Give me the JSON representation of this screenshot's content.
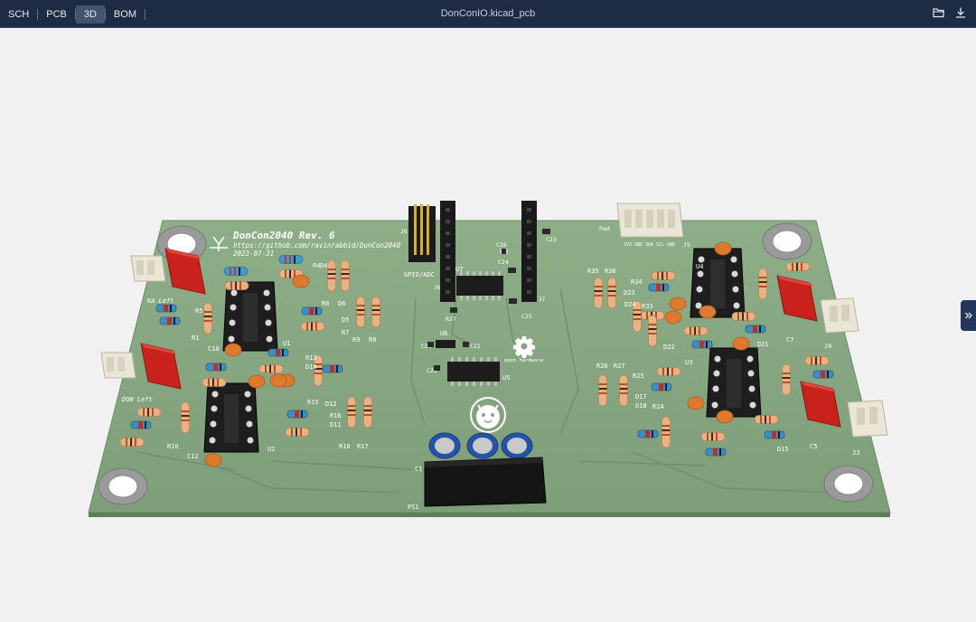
{
  "toolbar": {
    "tabs": [
      {
        "label": "SCH"
      },
      {
        "label": "PCB"
      },
      {
        "label": "3D",
        "active": true
      },
      {
        "label": "BOM"
      }
    ],
    "file_title": "DonConIO.kicad_pcb",
    "icons": [
      "folder-open-icon",
      "download-icon"
    ]
  },
  "sidebar_toggle_icon": "chevron-double-right-icon",
  "board": {
    "title": "DonCon2040 Rev. 6",
    "url": "https://github.com/ravinrabbid/DonCon2040",
    "date": "2023-07-31",
    "oshw_label": "open hardware",
    "connector_labels": {
      "pad": "Pad",
      "gpio": "GPIO/ADC",
      "j3": "J3",
      "j4": "J4",
      "j5": "J5",
      "j6": "J6",
      "j7": "J7",
      "j8": "J8",
      "ka_left": "KA Left",
      "don_left": "DON Left",
      "pad_pins": "3V3 GND SDA SCL GND"
    },
    "refs": {
      "u1": "U1",
      "u2": "U2",
      "u3": "U3",
      "u4": "U4",
      "u5": "U5",
      "u6": "U6",
      "u7": "U7",
      "c1": "C1",
      "c5": "C5",
      "c7": "C7",
      "c10": "C10",
      "c12": "C12",
      "c20": "C20",
      "c21": "C21",
      "c22": "C22",
      "c23": "C23",
      "c24": "C24",
      "c25": "C25",
      "c26": "C26",
      "r1": "R1",
      "r4": "R4",
      "r5": "R5",
      "r6": "R6",
      "r7": "R7",
      "r8": "R8",
      "r9": "R9",
      "r10": "R10",
      "r13": "R13",
      "r15": "R15",
      "r16": "R16",
      "r17": "R17",
      "r18": "R18",
      "r24": "R24",
      "r25": "R25",
      "r26": "R26",
      "r27": "R27",
      "r33": "R33",
      "r34": "R34",
      "r35": "R35",
      "r36": "R36",
      "r37": "R37",
      "d4": "D4",
      "d5": "D5",
      "d6": "D6",
      "d10": "D10",
      "d11": "D11",
      "d12": "D12",
      "d15": "D15",
      "d17": "D17",
      "d18": "D18",
      "d21": "D21",
      "d22": "D22",
      "d23": "D23",
      "d24": "D24",
      "ps1": "PS1"
    }
  }
}
